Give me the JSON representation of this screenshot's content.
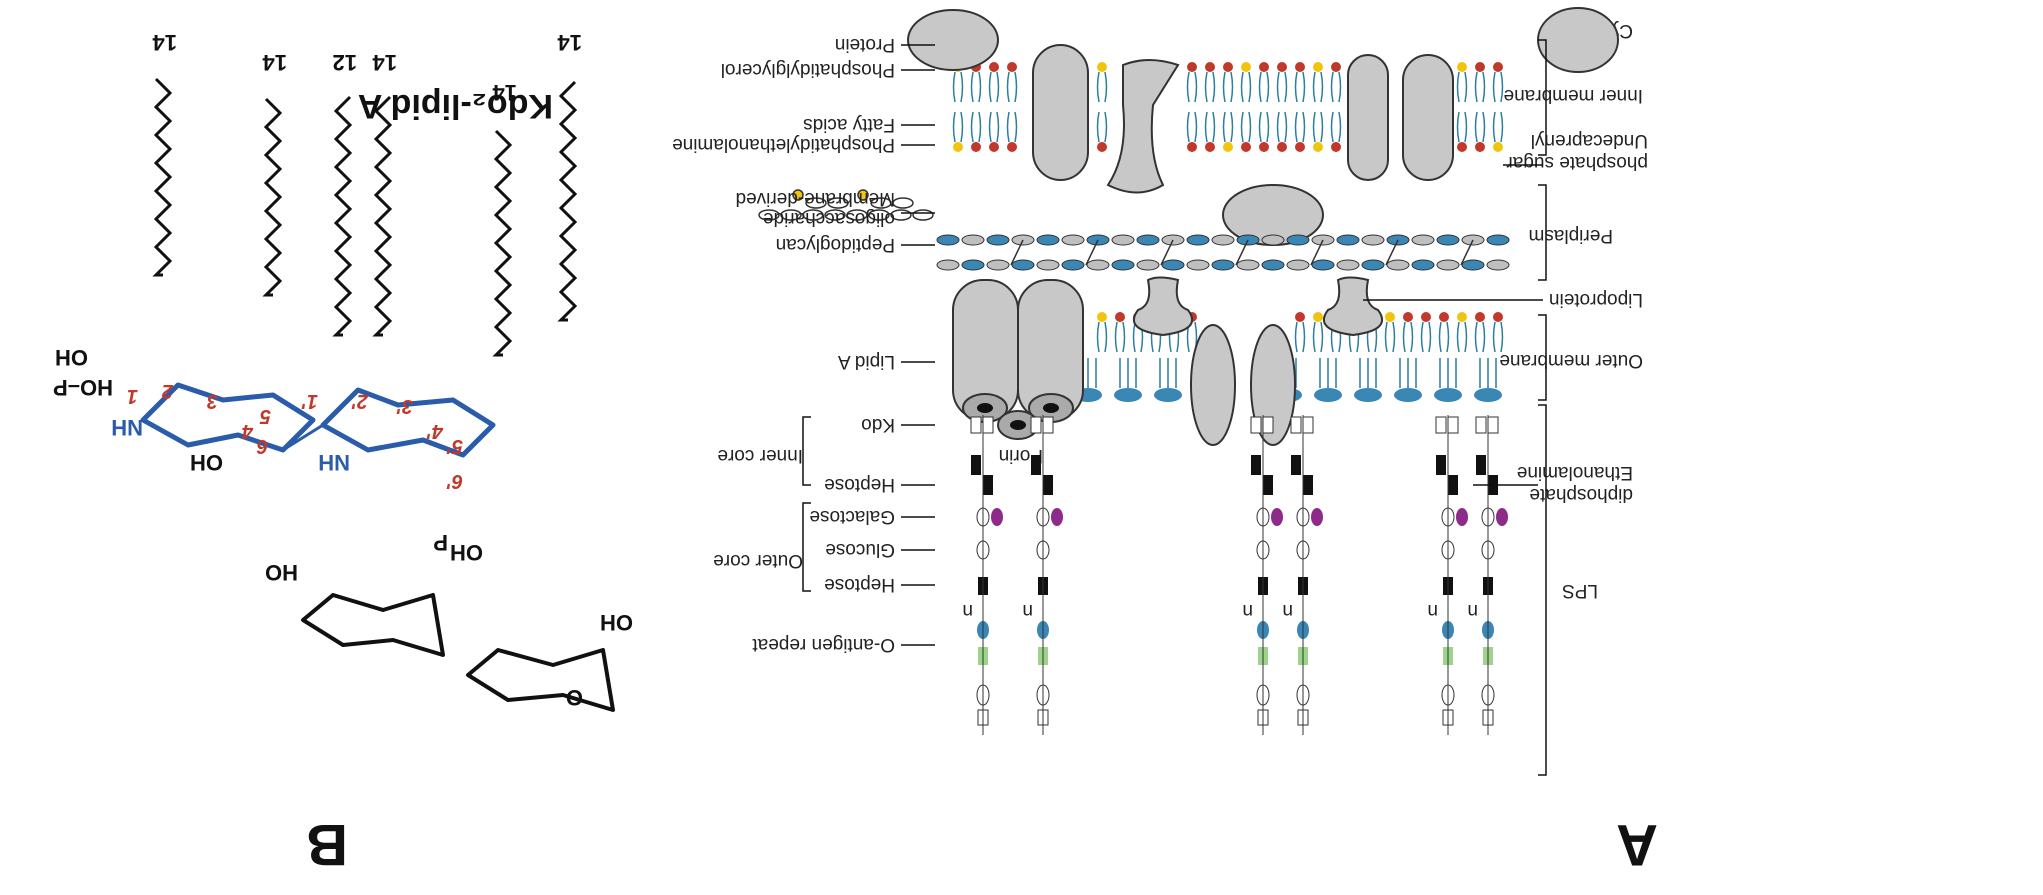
{
  "panels": {
    "a": "A",
    "b": "B"
  },
  "membrane_labels": {
    "cytoplasm": "Cytoplasm",
    "protein": "Protein",
    "phosphatidylglycerol": "Phosphatidylglycerol",
    "fatty_acids": "Fatty acids",
    "phosphatidylethanolamine": "Phosphatidylethanolamine",
    "membrane_derived_oligosaccharide_1": "Membrane-derived",
    "membrane_derived_oligosaccharide_2": "oligosaccharide",
    "peptidoglycan": "Peptidoglycan",
    "lipid_a": "Lipid A",
    "kdo": "Kdo",
    "inner_core": "Inner core",
    "heptose_inner": "Heptose",
    "galactose": "Galactose",
    "glucose": "Glucose",
    "outer_core": "Outer core",
    "heptose_outer": "Heptose",
    "o_antigen_repeat": "O-antigen repeat",
    "porin": "Porin",
    "inner_membrane": "Inner membrane",
    "undecaprenyl_1": "Undecaprenyl",
    "undecaprenyl_2": "phosphate sugar",
    "periplasm": "Periplasm",
    "lipoprotein": "Lipoprotein",
    "outer_membrane": "Outer membrane",
    "ethanolamine_1": "Ethanolamine",
    "ethanolamine_2": "diphosphate",
    "lps": "LPS",
    "n": "n"
  },
  "lipid_a_structure": {
    "title": "Kdo₂-lipid A",
    "chain_lengths": [
      "14",
      "14",
      "14",
      "12",
      "14",
      "14"
    ],
    "ring_numbers": [
      "1",
      "2",
      "3",
      "4",
      "5",
      "6",
      "1'",
      "2'",
      "3'",
      "4'",
      "5'",
      "6'"
    ],
    "groups": {
      "oh": "OH",
      "ho": "HO",
      "nh": "NH",
      "o": "O",
      "p": "P",
      "ho_p": "HO–P",
      "oh_ring": "OH",
      "nh2": "NH"
    }
  },
  "colors": {
    "membrane_blue": "#2a7f9e",
    "head_red": "#c0392b",
    "head_yellow": "#f1c40f",
    "protein_gray": "#c8c8c8",
    "galactose_purple": "#8e2a8a",
    "glcnac_blue": "#3a86b4",
    "green_sugar": "#9ed38b",
    "hetero_blue": "#2a5caa",
    "locant_red": "#c0392b"
  }
}
